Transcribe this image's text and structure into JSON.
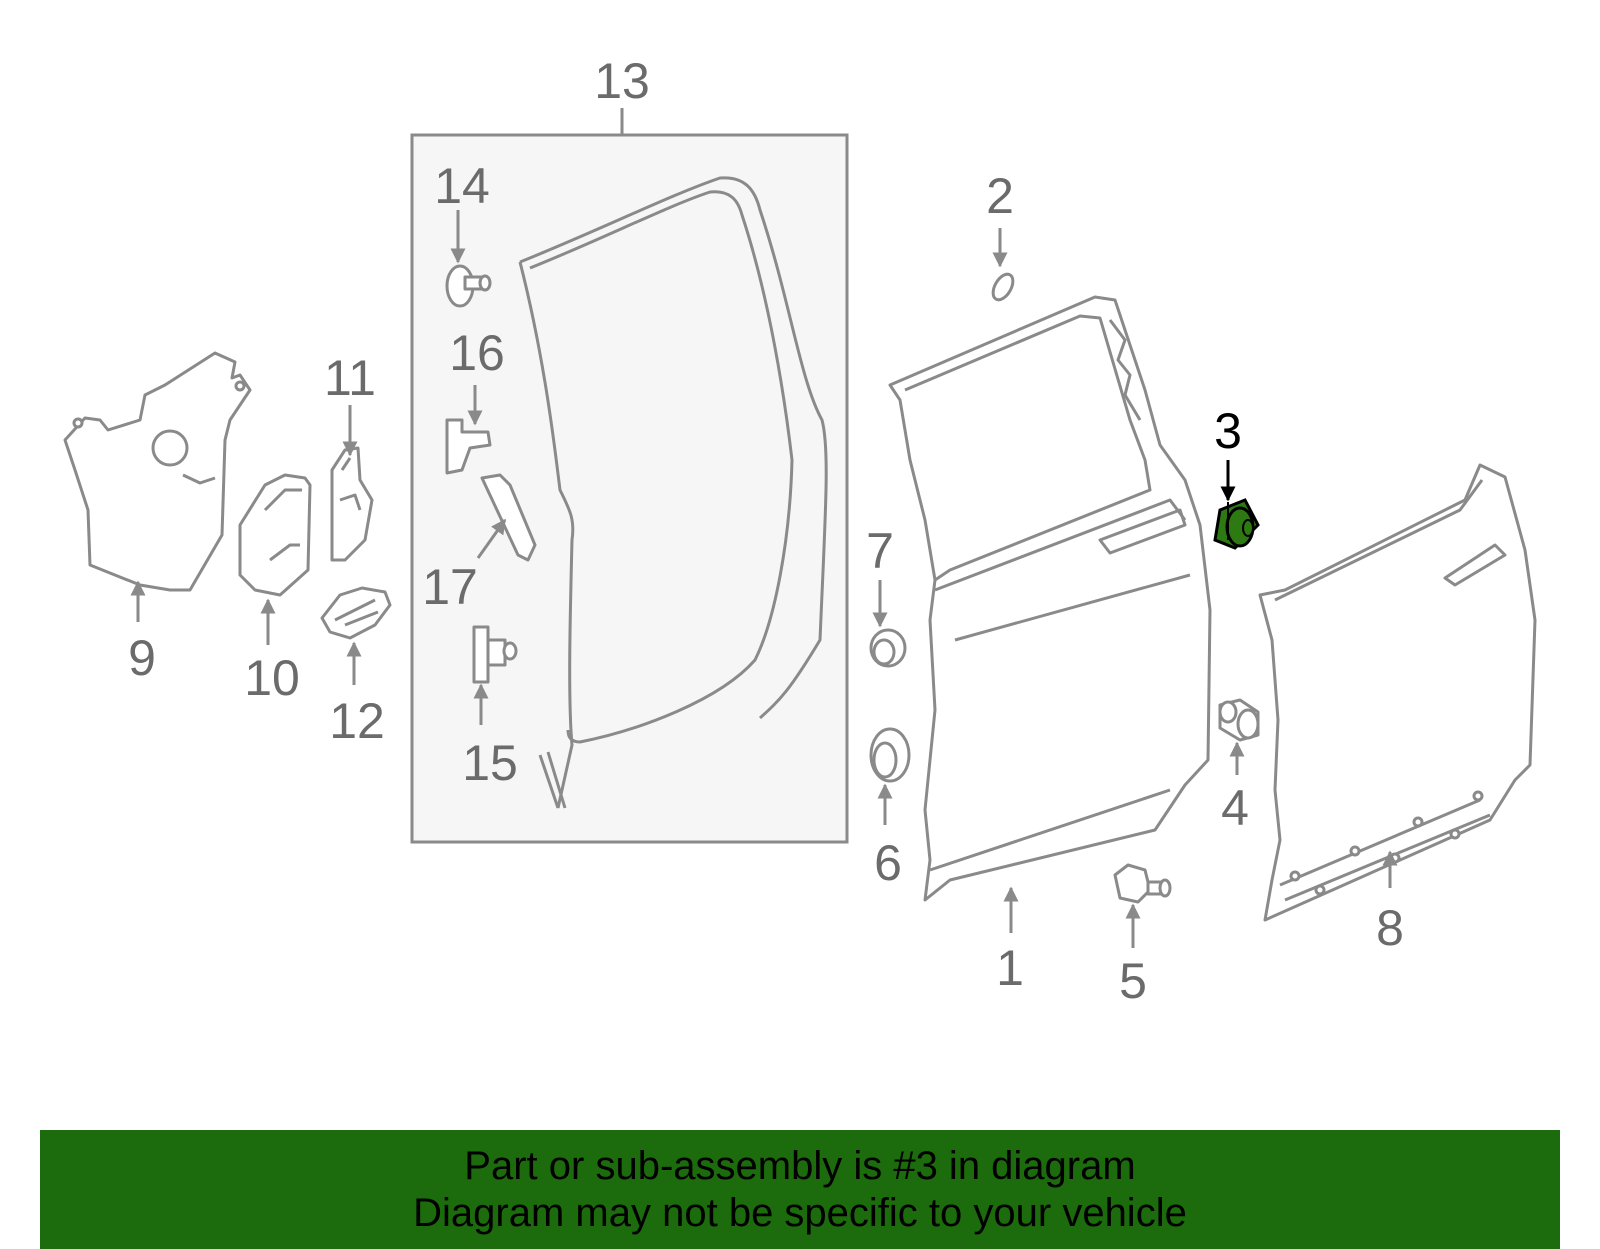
{
  "callouts": {
    "c1": "1",
    "c2": "2",
    "c3": "3",
    "c4": "4",
    "c5": "5",
    "c6": "6",
    "c7": "7",
    "c8": "8",
    "c9": "9",
    "c10": "10",
    "c11": "11",
    "c12": "12",
    "c13": "13",
    "c14": "14",
    "c15": "15",
    "c16": "16",
    "c17": "17"
  },
  "highlighted_part": "3",
  "colors": {
    "banner_bg": "#1c6b0c",
    "highlight_part": "#2d7a12",
    "line_art": "#8a8a8a",
    "subassembly_box_bg": "#f6f6f6"
  },
  "banner": {
    "line1": "Part or sub-assembly is #3 in diagram",
    "line2": "Diagram may not be specific to your vehicle"
  }
}
